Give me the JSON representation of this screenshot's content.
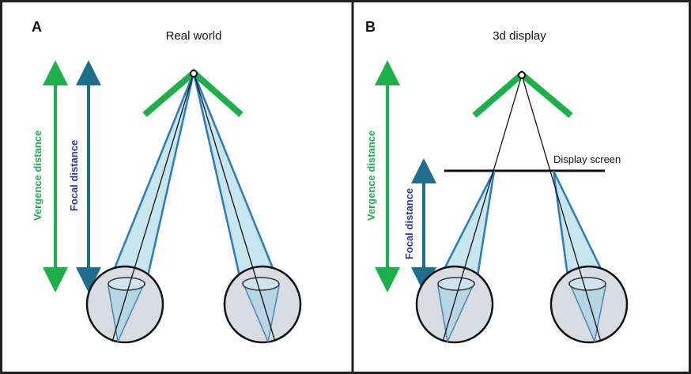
{
  "panels": [
    {
      "letter": "A",
      "title": "Real world",
      "vergence_label": "Vergence distance",
      "focal_label": "Focal distance"
    },
    {
      "letter": "B",
      "title": "3d display",
      "vergence_label": "Vergence distance",
      "focal_label": "Focal distance",
      "screen_label": "Display screen"
    }
  ],
  "colors": {
    "vergence": "#1db04a",
    "focal": "#1d6e8c",
    "focal_text": "#2a3a9a",
    "ray_blue": "#2b7bbf",
    "cone_fill": "#c8e6f0",
    "eye_fill": "#d9dde3",
    "border": "#222222"
  }
}
